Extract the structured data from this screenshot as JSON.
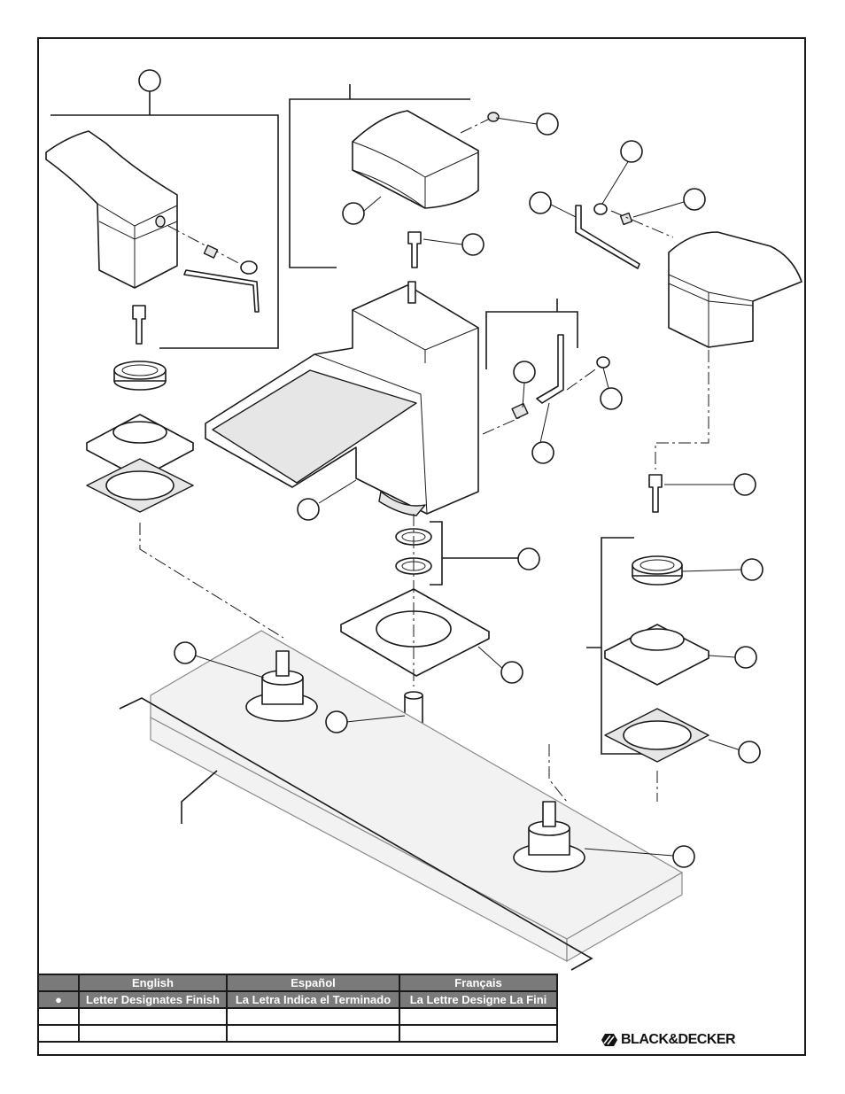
{
  "legend": {
    "headers": [
      "",
      "English",
      "Español",
      "Français"
    ],
    "rows": [
      [
        "●",
        "Letter Designates Finish",
        "La Letra Indica el Terminado",
        "La Lettre Designe La Fini"
      ],
      [
        "",
        "",
        "",
        ""
      ],
      [
        "",
        "",
        "",
        ""
      ]
    ]
  },
  "brand": {
    "name": "BLACK&DECKER",
    "logo_icon": "black-decker-hexagon-icon"
  }
}
